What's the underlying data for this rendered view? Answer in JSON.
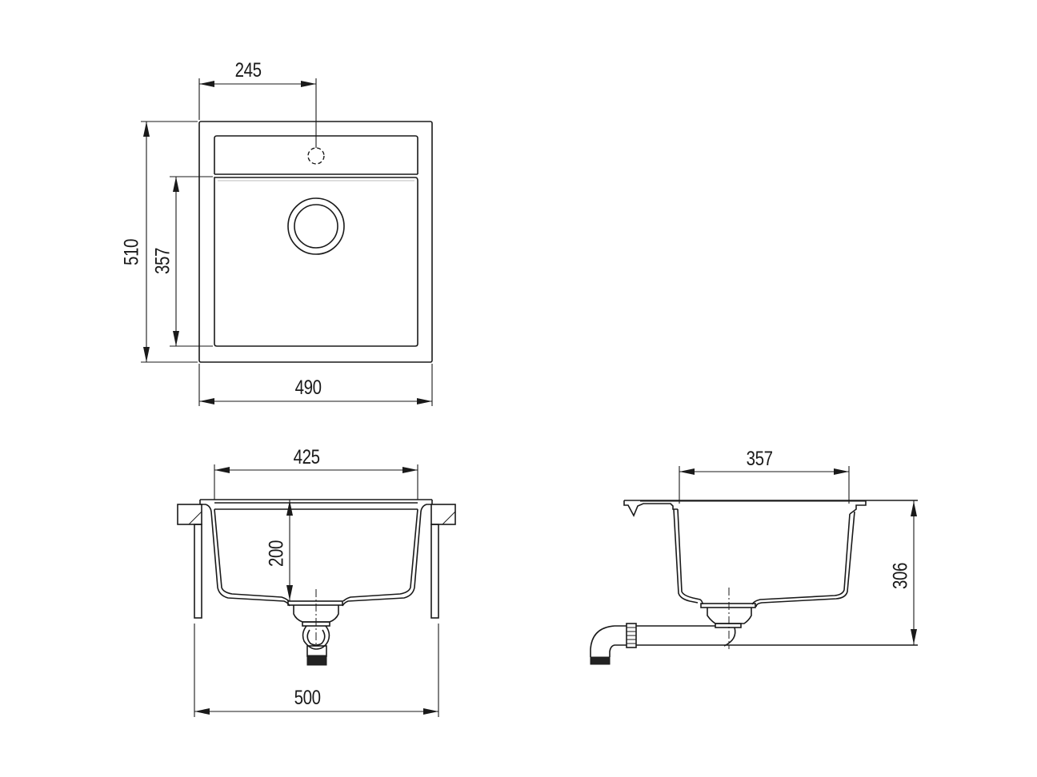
{
  "drawing": {
    "subject": "Single-bowl kitchen sink technical drawing",
    "units": "mm",
    "line_color": "#1a1a1a",
    "background": "#ffffff"
  },
  "top_view": {
    "dimensions": {
      "faucet_hole_offset": "245",
      "overall_depth": "510",
      "bowl_length": "357",
      "overall_width": "490"
    }
  },
  "front_section": {
    "dimensions": {
      "bowl_width": "425",
      "bowl_depth": "200",
      "cabinet_width": "500"
    }
  },
  "side_section": {
    "dimensions": {
      "bowl_length": "357",
      "total_height": "306"
    }
  }
}
